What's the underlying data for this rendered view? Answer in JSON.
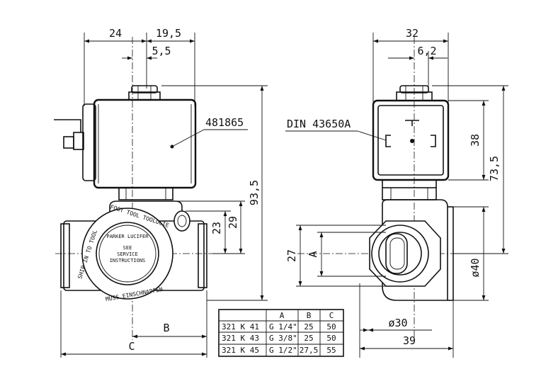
{
  "dimensions": {
    "top_left_24": "24",
    "top_right_19_5": "19,5",
    "offset_5_5": "5,5",
    "side_width_32": "32",
    "side_offset_6_2": "6,2",
    "height_93_5": "93,5",
    "port_29": "29",
    "port_23": "23",
    "side_38": "38",
    "side_73_5": "73,5",
    "side_27": "27",
    "side_A": "A",
    "dia_40": "ø40",
    "dia_30": "ø30",
    "width_39": "39",
    "len_B": "B",
    "len_C": "C"
  },
  "labels": {
    "coil_part": "481865",
    "connector_std": "DIN 43650A",
    "valve_body_text_1": "PARKER LUCIFER",
    "valve_body_text_2": "SEE",
    "valve_body_text_3": "SERVICE",
    "valve_body_text_4": "INSTRUCTIONS",
    "valve_ring_1": "FOOT TOOL TOOLOGIE",
    "valve_ring_2": "SHIP IN TO TOOL",
    "valve_ring_3": "MUSS EINSCHNAPPEN"
  },
  "table": {
    "headers": [
      "",
      "A",
      "B",
      "C"
    ],
    "rows": [
      [
        "321 K 41",
        "G 1/4\"",
        "25",
        "50"
      ],
      [
        "321 K 43",
        "G 3/8\"",
        "25",
        "50"
      ],
      [
        "321 K 45",
        "G 1/2\"",
        "27,5",
        "55"
      ]
    ]
  }
}
